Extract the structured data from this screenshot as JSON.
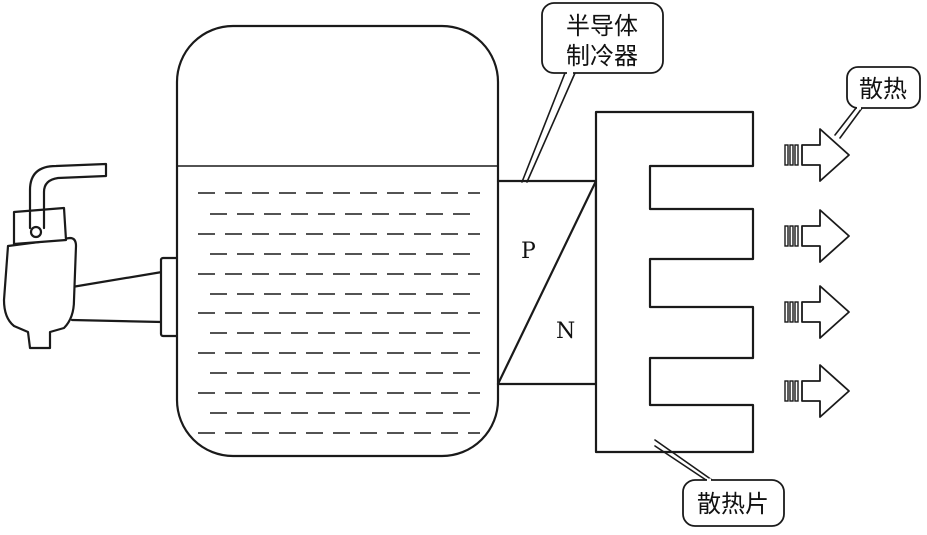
{
  "labels": {
    "cooler": [
      "半导体",
      "制冷器"
    ],
    "heat_dissipation": "散热",
    "heat_sink": "散热片",
    "p_type": "P",
    "n_type": "N"
  },
  "arrows": {
    "count": 4,
    "stripes_per_arrow": 3
  },
  "colors": {
    "stroke": "#1a1a1a",
    "background": "#ffffff"
  }
}
